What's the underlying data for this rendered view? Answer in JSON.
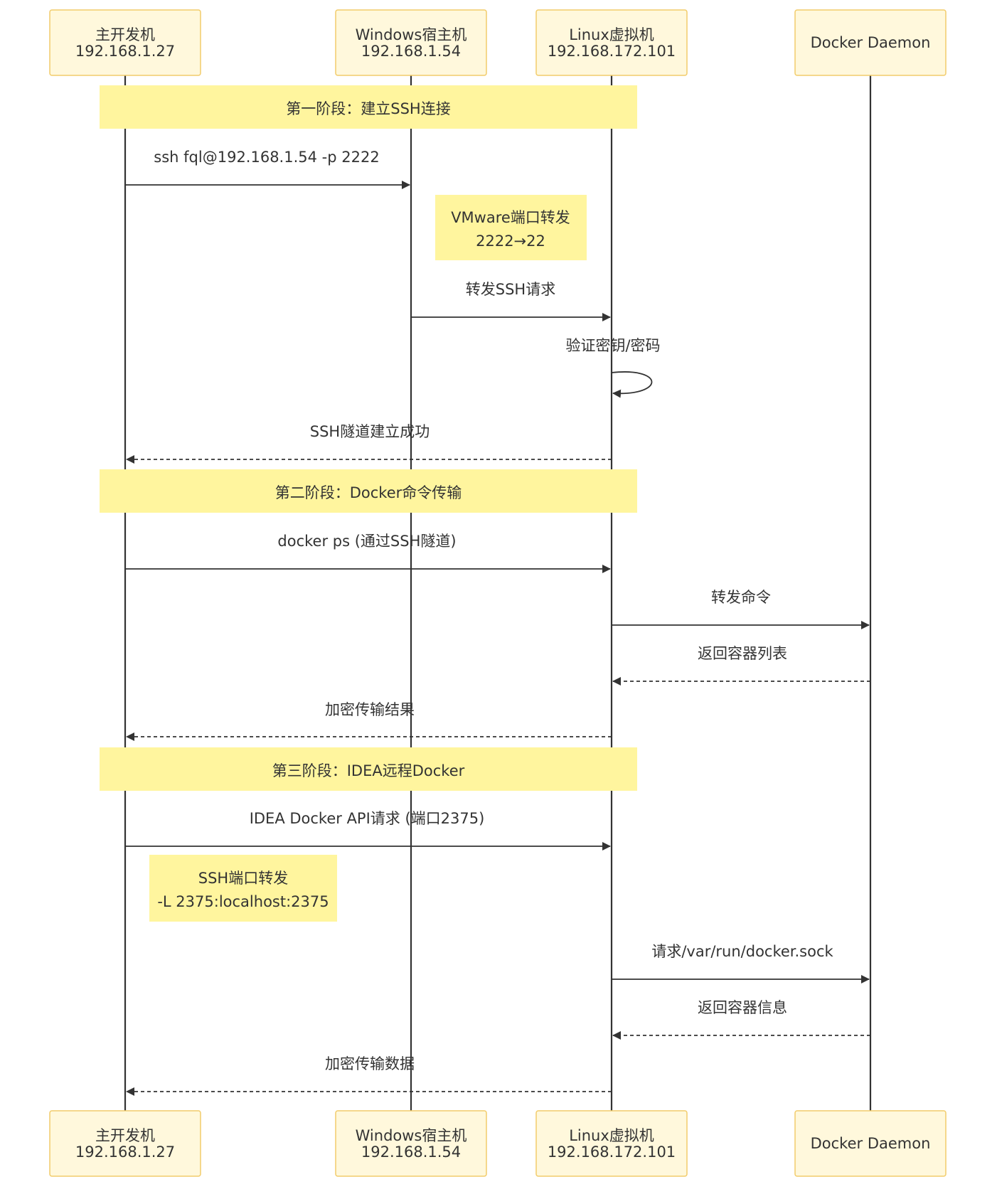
{
  "actors": [
    {
      "id": "dev",
      "line1": "主开发机",
      "line2": "192.168.1.27"
    },
    {
      "id": "win",
      "line1": "Windows宿主机",
      "line2": "192.168.1.54"
    },
    {
      "id": "linux",
      "line1": "Linux虚拟机",
      "line2": "192.168.172.101"
    },
    {
      "id": "docker",
      "line1": "Docker Daemon",
      "line2": ""
    }
  ],
  "phases": [
    {
      "label": "第一阶段：建立SSH连接"
    },
    {
      "label": "第二阶段：Docker命令传输"
    },
    {
      "label": "第三阶段：IDEA远程Docker"
    }
  ],
  "messages": [
    {
      "from": "dev",
      "to": "win",
      "label": "ssh fql@192.168.1.54 -p 2222",
      "style": "solid"
    },
    {
      "from": "win",
      "to": "linux",
      "label": "转发SSH请求",
      "style": "solid"
    },
    {
      "from": "linux",
      "to": "linux",
      "label": "验证密钥/密码",
      "style": "solid"
    },
    {
      "from": "linux",
      "to": "dev",
      "label": "SSH隧道建立成功",
      "style": "dashed"
    },
    {
      "from": "dev",
      "to": "linux",
      "label": "docker ps (通过SSH隧道)",
      "style": "solid"
    },
    {
      "from": "linux",
      "to": "docker",
      "label": "转发命令",
      "style": "solid"
    },
    {
      "from": "docker",
      "to": "linux",
      "label": "返回容器列表",
      "style": "dashed"
    },
    {
      "from": "linux",
      "to": "dev",
      "label": "加密传输结果",
      "style": "dashed"
    },
    {
      "from": "dev",
      "to": "linux",
      "label": "IDEA Docker API请求 (端口2375)",
      "style": "solid"
    },
    {
      "from": "linux",
      "to": "docker",
      "label": "请求/var/run/docker.sock",
      "style": "solid"
    },
    {
      "from": "docker",
      "to": "linux",
      "label": "返回容器信息",
      "style": "dashed"
    },
    {
      "from": "linux",
      "to": "dev",
      "label": "加密传输数据",
      "style": "dashed"
    }
  ],
  "notes": [
    {
      "lines": [
        "VMware端口转发",
        "2222→22"
      ]
    },
    {
      "lines": [
        "SSH端口转发",
        "-L 2375:localhost:2375"
      ]
    }
  ],
  "colors": {
    "actor_fill": "#fff8dc",
    "actor_border": "#f2cc6b",
    "phase_fill": "#fff59e",
    "note_fill": "#fff59e",
    "line": "#333333"
  }
}
